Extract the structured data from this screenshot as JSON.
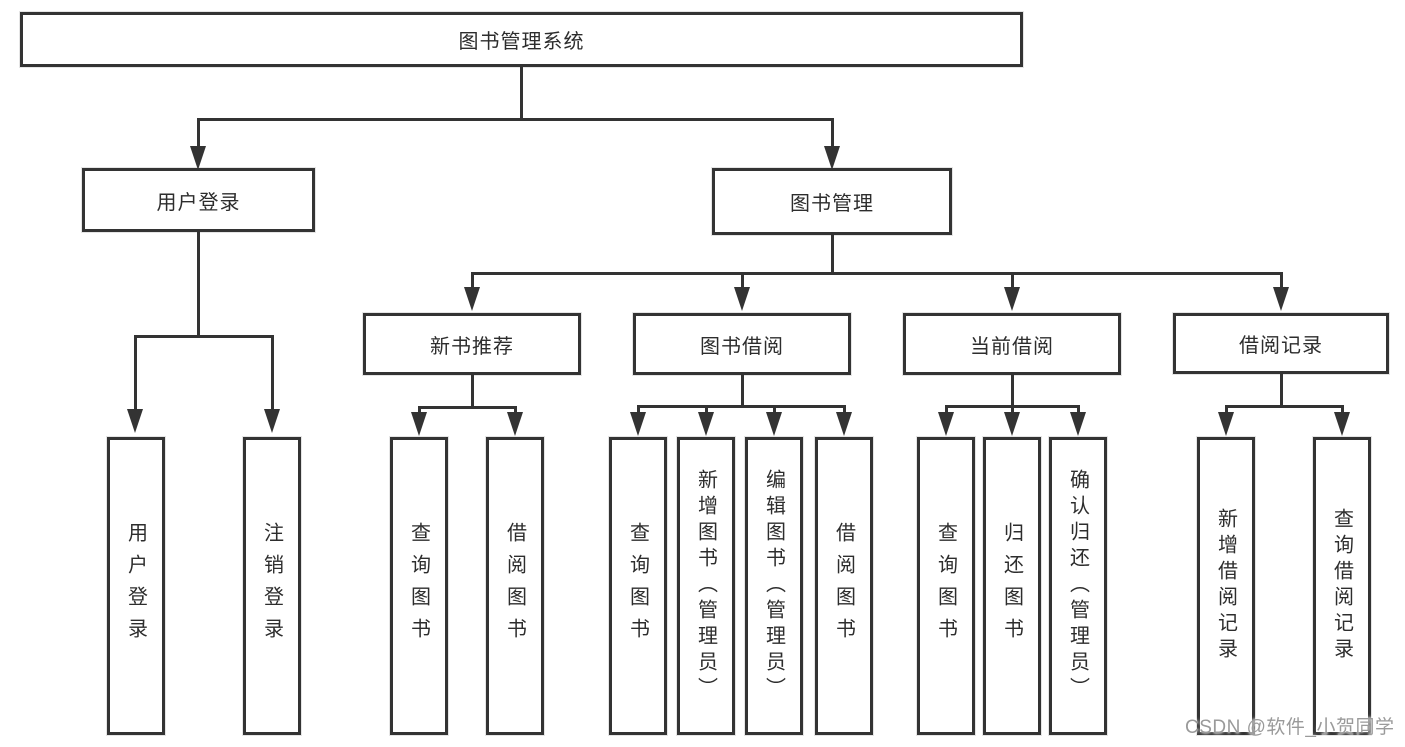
{
  "title": "图书管理系统",
  "branches": [
    {
      "label": "用户登录",
      "children": [
        {
          "label": "用户登录"
        },
        {
          "label": "注销登录"
        }
      ]
    },
    {
      "label": "图书管理",
      "children": [
        {
          "label": "新书推荐",
          "children": [
            {
              "label": "查询图书"
            },
            {
              "label": "借阅图书"
            }
          ]
        },
        {
          "label": "图书借阅",
          "children": [
            {
              "label": "查询图书"
            },
            {
              "label": "新增图书（管理员）"
            },
            {
              "label": "编辑图书（管理员）"
            },
            {
              "label": "借阅图书"
            }
          ]
        },
        {
          "label": "当前借阅",
          "children": [
            {
              "label": "查询图书"
            },
            {
              "label": "归还图书"
            },
            {
              "label": "确认归还（管理员）"
            }
          ]
        },
        {
          "label": "借阅记录",
          "children": [
            {
              "label": "新增借阅记录"
            },
            {
              "label": "查询借阅记录"
            }
          ]
        }
      ]
    }
  ],
  "watermark": {
    "text": "CSDN @软件_小贺同学"
  },
  "colors": {
    "line": "#333333",
    "text": "#2d2d2d",
    "background": "#ffffff",
    "watermark_gray": "#9a9a9a"
  }
}
